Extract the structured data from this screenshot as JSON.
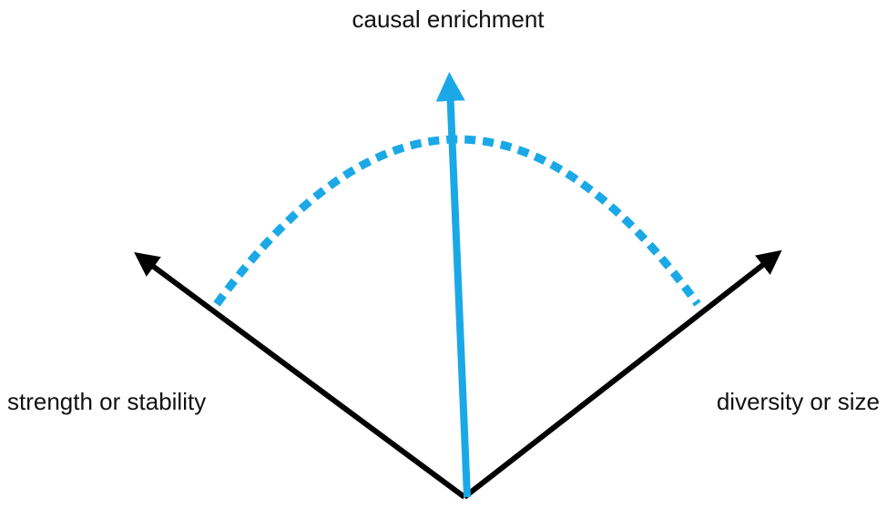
{
  "axes": {
    "center": {
      "label": "causal enrichment",
      "color": "#1aa9e6"
    },
    "left": {
      "label": "strength or stability",
      "color": "#000000"
    },
    "right": {
      "label": "diversity or size",
      "color": "#000000"
    }
  },
  "arc": {
    "style": "dotted",
    "color": "#1aa9e6"
  }
}
